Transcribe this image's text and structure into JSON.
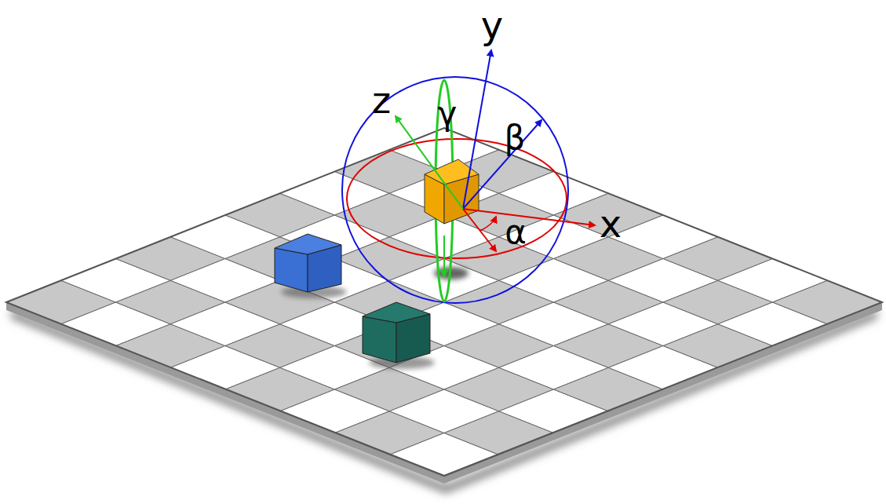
{
  "diagram": {
    "labels": [
      "y",
      "z",
      "γ",
      "β",
      "x",
      "α"
    ]
  }
}
